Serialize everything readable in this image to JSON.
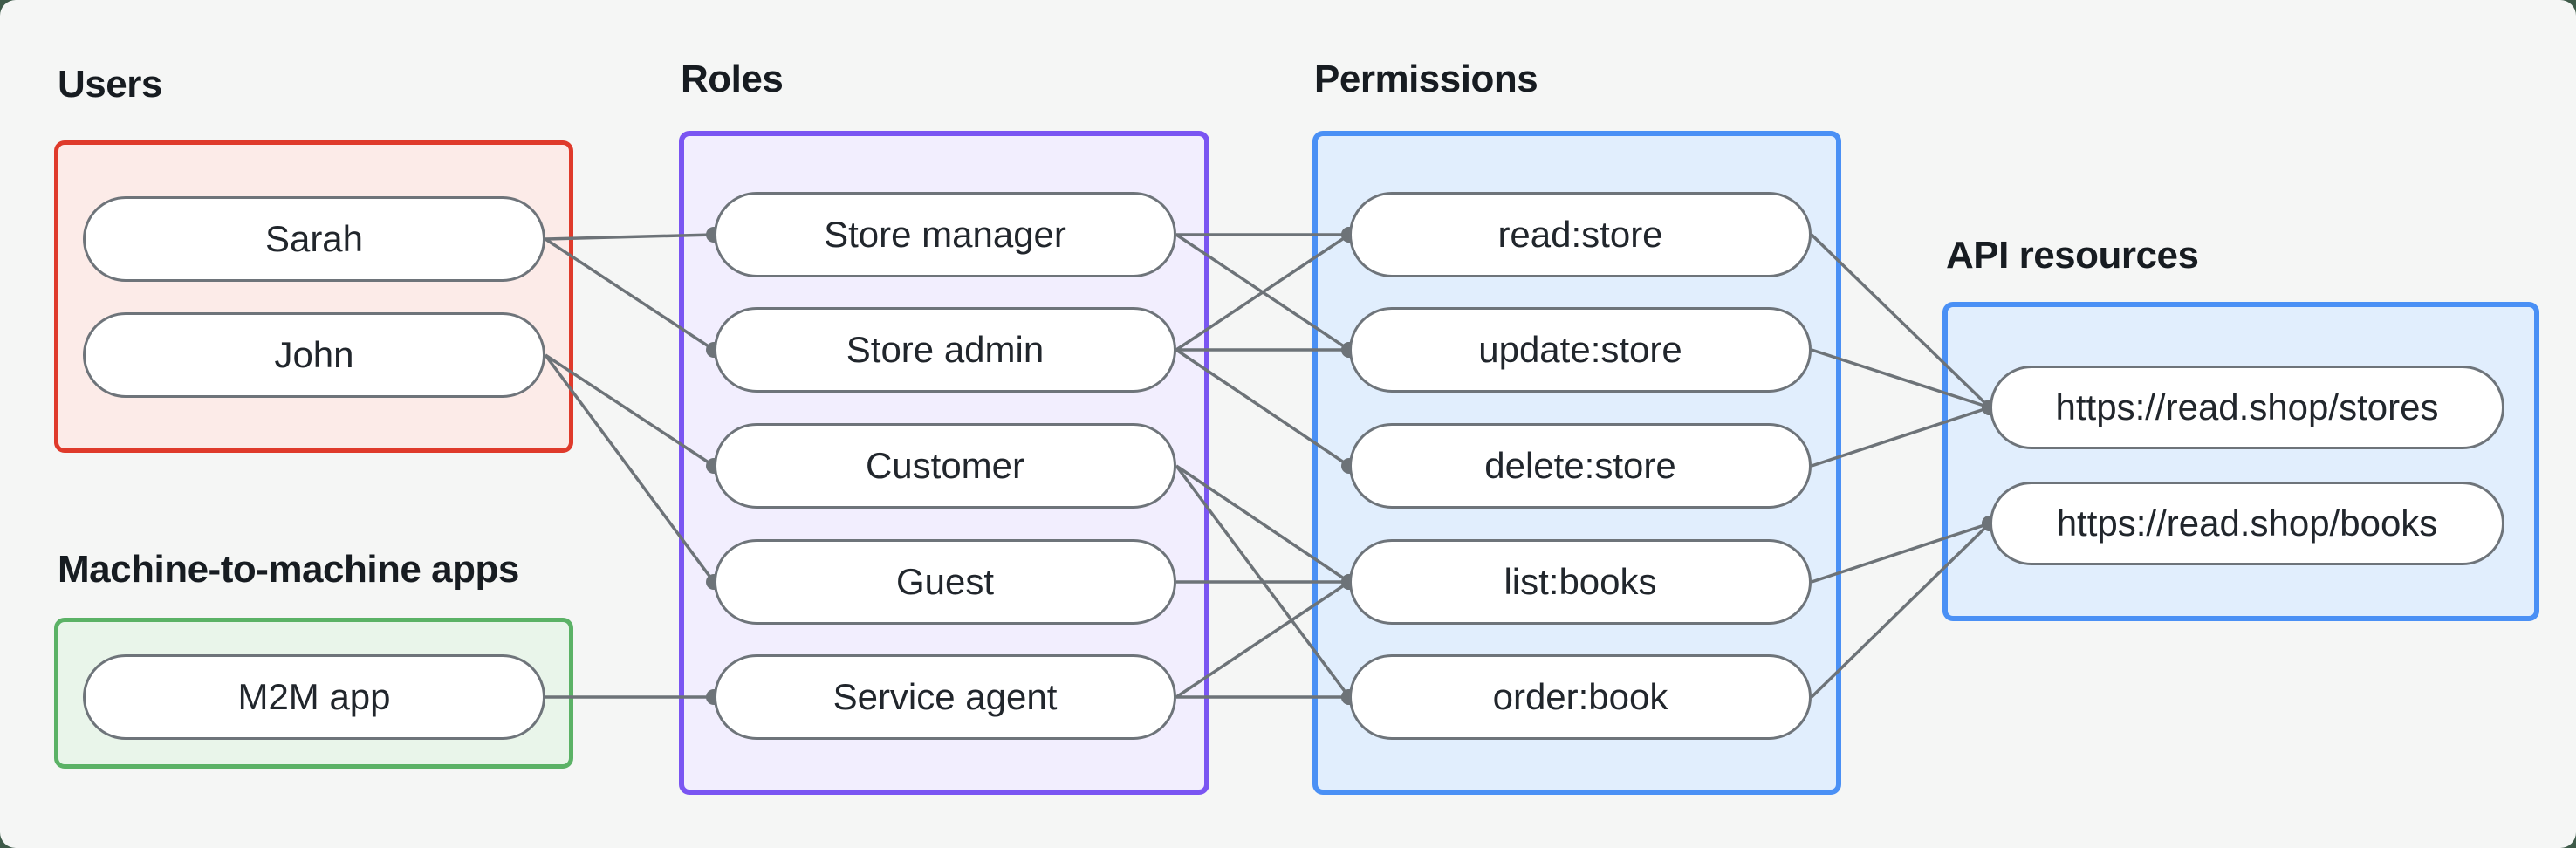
{
  "groups": {
    "users": {
      "title": "Users",
      "border_color": "#df3a2b",
      "fill_color": "#fcebe8"
    },
    "m2m": {
      "title": "Machine-to-machine apps",
      "border_color": "#5bb266",
      "fill_color": "#e9f5ea"
    },
    "roles": {
      "title": "Roles",
      "border_color": "#7a55f2",
      "fill_color": "#f2eefe"
    },
    "permissions": {
      "title": "Permissions",
      "border_color": "#4a90f5",
      "fill_color": "#e1eefd"
    },
    "api": {
      "title": "API resources",
      "border_color": "#4a90f5",
      "fill_color": "#e1eefd"
    }
  },
  "nodes": {
    "sarah": {
      "label": "Sarah",
      "group": "users"
    },
    "john": {
      "label": "John",
      "group": "users"
    },
    "m2m_app": {
      "label": "M2M app",
      "group": "m2m"
    },
    "store_manager": {
      "label": "Store manager",
      "group": "roles"
    },
    "store_admin": {
      "label": "Store admin",
      "group": "roles"
    },
    "customer": {
      "label": "Customer",
      "group": "roles"
    },
    "guest": {
      "label": "Guest",
      "group": "roles"
    },
    "service_agent": {
      "label": "Service agent",
      "group": "roles"
    },
    "read_store": {
      "label": "read:store",
      "group": "permissions"
    },
    "update_store": {
      "label": "update:store",
      "group": "permissions"
    },
    "delete_store": {
      "label": "delete:store",
      "group": "permissions"
    },
    "list_books": {
      "label": "list:books",
      "group": "permissions"
    },
    "order_book": {
      "label": "order:book",
      "group": "permissions"
    },
    "stores_api": {
      "label": "https://read.shop/stores",
      "group": "api"
    },
    "books_api": {
      "label": "https://read.shop/books",
      "group": "api"
    }
  },
  "edges": [
    {
      "from": "sarah",
      "to": "store_manager"
    },
    {
      "from": "sarah",
      "to": "store_admin"
    },
    {
      "from": "john",
      "to": "customer"
    },
    {
      "from": "john",
      "to": "guest"
    },
    {
      "from": "m2m_app",
      "to": "service_agent"
    },
    {
      "from": "store_manager",
      "to": "read_store"
    },
    {
      "from": "store_manager",
      "to": "update_store"
    },
    {
      "from": "store_admin",
      "to": "read_store"
    },
    {
      "from": "store_admin",
      "to": "update_store"
    },
    {
      "from": "store_admin",
      "to": "delete_store"
    },
    {
      "from": "customer",
      "to": "list_books"
    },
    {
      "from": "customer",
      "to": "order_book"
    },
    {
      "from": "guest",
      "to": "list_books"
    },
    {
      "from": "service_agent",
      "to": "list_books"
    },
    {
      "from": "service_agent",
      "to": "order_book"
    },
    {
      "from": "read_store",
      "to": "stores_api"
    },
    {
      "from": "update_store",
      "to": "stores_api"
    },
    {
      "from": "delete_store",
      "to": "stores_api"
    },
    {
      "from": "list_books",
      "to": "books_api"
    },
    {
      "from": "order_book",
      "to": "books_api"
    }
  ],
  "colors": {
    "edge_line": "#6d7378",
    "edge_dot": "#6d7378",
    "canvas_background": "#f5f6f5",
    "frame_background": "#3e5a49",
    "pill_border": "#6e747a",
    "label_text": "#171c21",
    "pill_text": "#21262c"
  }
}
